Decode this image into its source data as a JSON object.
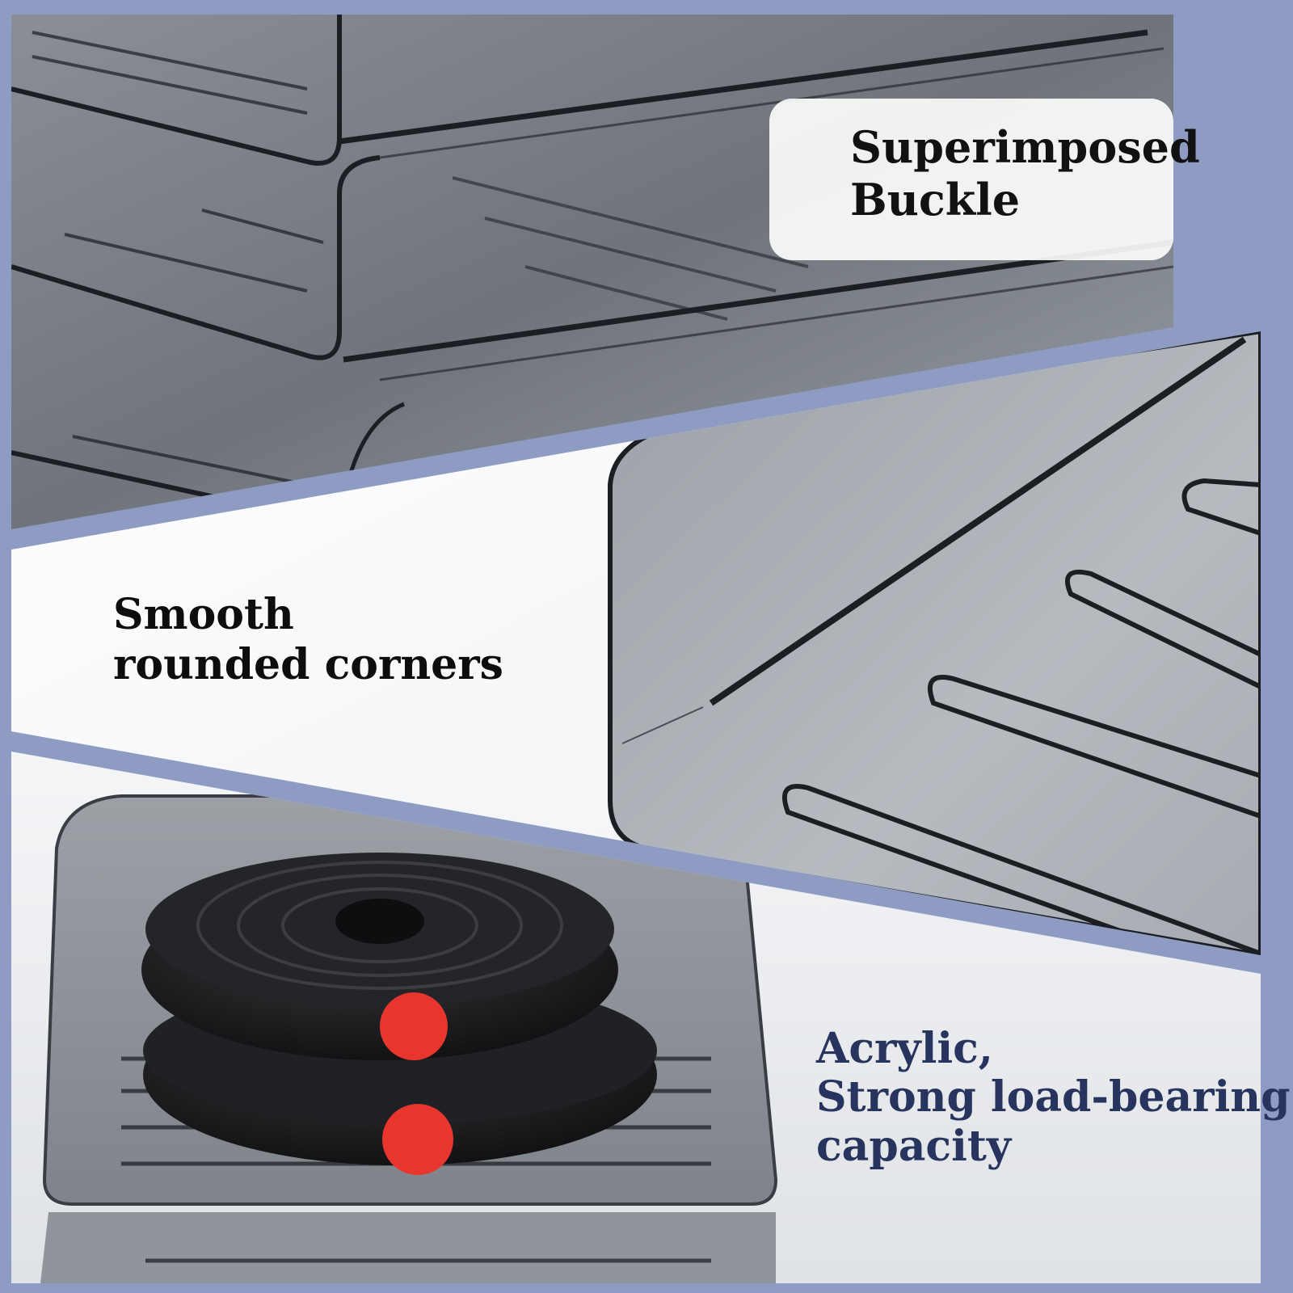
{
  "colors": {
    "frame": "#8e9cc4",
    "tray_tint": "#5a6068",
    "tray_edge": "#1b1e22",
    "caption_dark": "#111111",
    "caption_navy": "#27355e",
    "weight_plate": "#1a1a1c",
    "plate_button": "#e8362f"
  },
  "captions": {
    "top": {
      "line1": "Superimposed",
      "line2": "Buckle"
    },
    "middle": {
      "line1": "Smooth",
      "line2": "rounded corners"
    },
    "bottom": {
      "line1": "Acrylic,",
      "line2": "Strong load-bearing",
      "line3": "capacity"
    }
  }
}
